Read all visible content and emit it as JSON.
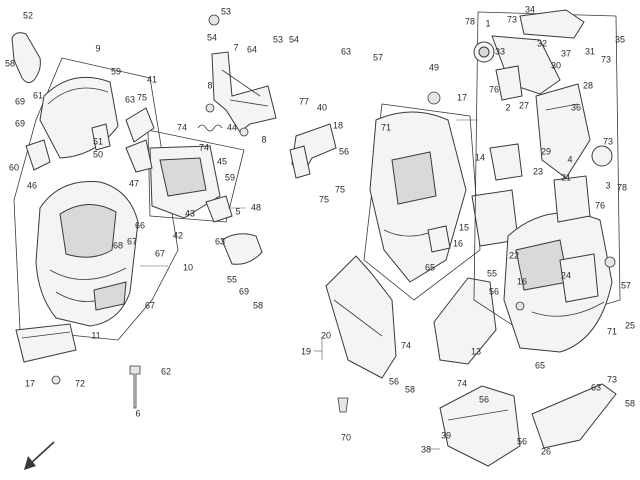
{
  "callouts": [
    {
      "id": "c52a",
      "text": "52"
    },
    {
      "id": "c9",
      "text": "9"
    },
    {
      "id": "c58a",
      "text": "58"
    },
    {
      "id": "c69a",
      "text": "69"
    },
    {
      "id": "c61",
      "text": "61"
    },
    {
      "id": "c69b",
      "text": "69"
    },
    {
      "id": "c51",
      "text": "51"
    },
    {
      "id": "c50",
      "text": "50"
    },
    {
      "id": "c60",
      "text": "60"
    },
    {
      "id": "c46",
      "text": "46"
    },
    {
      "id": "c66",
      "text": "66"
    },
    {
      "id": "c68",
      "text": "68"
    },
    {
      "id": "c67a",
      "text": "67"
    },
    {
      "id": "c67b",
      "text": "67"
    },
    {
      "id": "c10",
      "text": "10"
    },
    {
      "id": "c67c",
      "text": "67"
    },
    {
      "id": "c11",
      "text": "11"
    },
    {
      "id": "c17a",
      "text": "17"
    },
    {
      "id": "c72",
      "text": "72"
    },
    {
      "id": "c6",
      "text": "6"
    },
    {
      "id": "c62",
      "text": "62"
    },
    {
      "id": "c59a",
      "text": "59"
    },
    {
      "id": "c41",
      "text": "41"
    },
    {
      "id": "c63a",
      "text": "63"
    },
    {
      "id": "c75a",
      "text": "75"
    },
    {
      "id": "c47",
      "text": "47"
    },
    {
      "id": "c74a",
      "text": "74"
    },
    {
      "id": "c42",
      "text": "42"
    },
    {
      "id": "c43",
      "text": "43"
    },
    {
      "id": "c45",
      "text": "45"
    },
    {
      "id": "c59b",
      "text": "59"
    },
    {
      "id": "c5",
      "text": "5"
    },
    {
      "id": "c48",
      "text": "48"
    },
    {
      "id": "c63b",
      "text": "63"
    },
    {
      "id": "c55",
      "text": "55"
    },
    {
      "id": "c69c",
      "text": "69"
    },
    {
      "id": "c58b",
      "text": "58"
    },
    {
      "id": "c53a",
      "text": "53"
    },
    {
      "id": "c54a",
      "text": "54"
    },
    {
      "id": "c7",
      "text": "7"
    },
    {
      "id": "c8a",
      "text": "8"
    },
    {
      "id": "c64",
      "text": "64"
    },
    {
      "id": "c44",
      "text": "44"
    },
    {
      "id": "c74b",
      "text": "74"
    },
    {
      "id": "c8b",
      "text": "8"
    },
    {
      "id": "c53b",
      "text": "53"
    },
    {
      "id": "c54b",
      "text": "54"
    },
    {
      "id": "c77",
      "text": "77"
    },
    {
      "id": "c40",
      "text": "40"
    },
    {
      "id": "c18",
      "text": "18"
    },
    {
      "id": "c63c",
      "text": "63"
    },
    {
      "id": "c57a",
      "text": "57"
    },
    {
      "id": "c56a",
      "text": "56"
    },
    {
      "id": "c75b",
      "text": "75"
    },
    {
      "id": "c75c",
      "text": "75"
    },
    {
      "id": "c49",
      "text": "49"
    },
    {
      "id": "c17b",
      "text": "17"
    },
    {
      "id": "c71a",
      "text": "71"
    },
    {
      "id": "c14",
      "text": "14"
    },
    {
      "id": "c15",
      "text": "15"
    },
    {
      "id": "c16a",
      "text": "16"
    },
    {
      "id": "c65a",
      "text": "65"
    },
    {
      "id": "c55b",
      "text": "55"
    },
    {
      "id": "c56b",
      "text": "56"
    },
    {
      "id": "c20",
      "text": "20"
    },
    {
      "id": "c19",
      "text": "19"
    },
    {
      "id": "c56c",
      "text": "56"
    },
    {
      "id": "c74c",
      "text": "74"
    },
    {
      "id": "c58c",
      "text": "58"
    },
    {
      "id": "c13",
      "text": "13"
    },
    {
      "id": "c70",
      "text": "70"
    },
    {
      "id": "c74d",
      "text": "74"
    },
    {
      "id": "c56d",
      "text": "56"
    },
    {
      "id": "c39",
      "text": "39"
    },
    {
      "id": "c38",
      "text": "38"
    },
    {
      "id": "c56e",
      "text": "56"
    },
    {
      "id": "c78a",
      "text": "78"
    },
    {
      "id": "c1",
      "text": "1"
    },
    {
      "id": "c73a",
      "text": "73"
    },
    {
      "id": "c34",
      "text": "34"
    },
    {
      "id": "c32",
      "text": "32"
    },
    {
      "id": "c33",
      "text": "33"
    },
    {
      "id": "c76a",
      "text": "76"
    },
    {
      "id": "c2",
      "text": "2"
    },
    {
      "id": "c30",
      "text": "30"
    },
    {
      "id": "c37",
      "text": "37"
    },
    {
      "id": "c31",
      "text": "31"
    },
    {
      "id": "c35",
      "text": "35"
    },
    {
      "id": "c73b",
      "text": "73"
    },
    {
      "id": "c28",
      "text": "28"
    },
    {
      "id": "c27",
      "text": "27"
    },
    {
      "id": "c36",
      "text": "36"
    },
    {
      "id": "c29",
      "text": "29"
    },
    {
      "id": "c73c",
      "text": "73"
    },
    {
      "id": "c4",
      "text": "4"
    },
    {
      "id": "c3",
      "text": "3"
    },
    {
      "id": "c78b",
      "text": "78"
    },
    {
      "id": "c76b",
      "text": "76"
    },
    {
      "id": "c23",
      "text": "23"
    },
    {
      "id": "c21",
      "text": "21"
    },
    {
      "id": "c22",
      "text": "22"
    },
    {
      "id": "c24",
      "text": "24"
    },
    {
      "id": "c16b",
      "text": "16"
    },
    {
      "id": "c65b",
      "text": "65"
    },
    {
      "id": "c71b",
      "text": "71"
    },
    {
      "id": "c57b",
      "text": "57"
    },
    {
      "id": "c25",
      "text": "25"
    },
    {
      "id": "c63d",
      "text": "63"
    },
    {
      "id": "c73d",
      "text": "73"
    },
    {
      "id": "c58d",
      "text": "58"
    },
    {
      "id": "c26",
      "text": "26"
    }
  ]
}
